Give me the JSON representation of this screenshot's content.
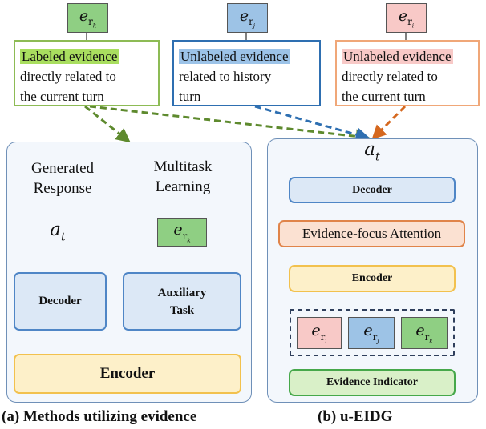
{
  "tags": {
    "labeled": "e_{r_k}",
    "history": "e_{r_j}",
    "unlabeled": "e_{r_i}"
  },
  "notes": {
    "left": {
      "highlight": "Labeled evidence",
      "line2": "directly related to",
      "line3": "the current turn"
    },
    "middle": {
      "highlight": "Unlabeled evidence",
      "line2": "related to history",
      "line3": "turn"
    },
    "right": {
      "highlight": "Unlabeled evidence",
      "line2": "directly related to",
      "line3": "the current turn"
    }
  },
  "panel_a": {
    "generated_response": [
      "Generated",
      "Response"
    ],
    "multitask_learning": [
      "Multitask",
      "Learning"
    ],
    "output_symbol": "a_t",
    "decoder_label": "Decoder",
    "auxiliary_task_label": [
      "Auxiliary",
      "Task"
    ],
    "encoder_label": "Encoder",
    "caption": "(a) Methods utilizing evidence"
  },
  "panel_b": {
    "output_symbol": "a_t",
    "decoder_label": "Decoder",
    "attention_label": "Evidence-focus Attention",
    "encoder_label": "Encoder",
    "evidence_indicator_label": "Evidence Indicator",
    "caption": "(b) u-EIDG"
  },
  "colors": {
    "green_arrow": "#5e8a2e",
    "blue_arrow": "#2e6fb1",
    "orange_arrow": "#d5681f",
    "flow_arrow": "#4472c4"
  }
}
